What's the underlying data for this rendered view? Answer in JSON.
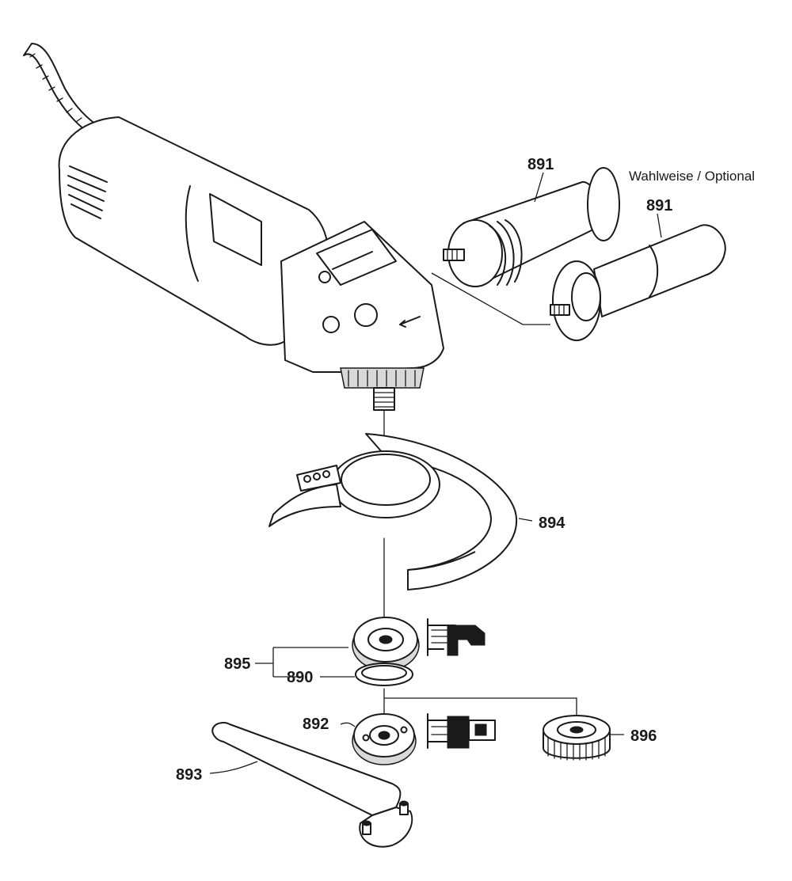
{
  "note": "Wahlweise / Optional",
  "parts": {
    "handle_a": "891",
    "handle_b": "891",
    "guard": "894",
    "flange_set": "895",
    "oring": "890",
    "flange": "892",
    "wrench": "893",
    "quick_nut": "896"
  },
  "colors": {
    "ink": "#1a1a1a",
    "background": "#ffffff"
  }
}
